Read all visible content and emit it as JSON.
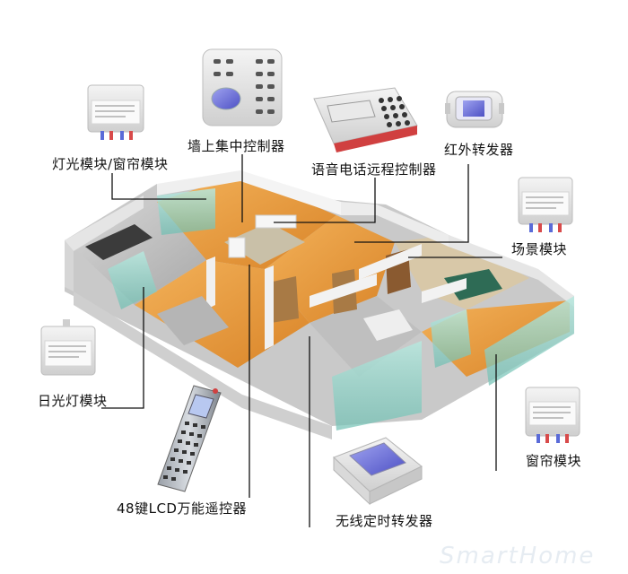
{
  "labels": {
    "light_curtain_module": "灯光模块/窗帘模块",
    "wall_controller": "墙上集中控制器",
    "voice_phone_controller": "语音电话远程控制器",
    "infrared_repeater": "红外转发器",
    "scene_module": "场景模块",
    "fluorescent_module": "日光灯模块",
    "remote_48key": "48键LCD万能遥控器",
    "wireless_timer_repeater": "无线定时转发器",
    "curtain_module": "窗帘模块"
  },
  "watermark": "SmartHome",
  "colors": {
    "floor": "#e89a3c",
    "wall": "#efefef",
    "glass": "#9fd8cf",
    "module_screen": "#6f72d8",
    "line": "#111111"
  }
}
